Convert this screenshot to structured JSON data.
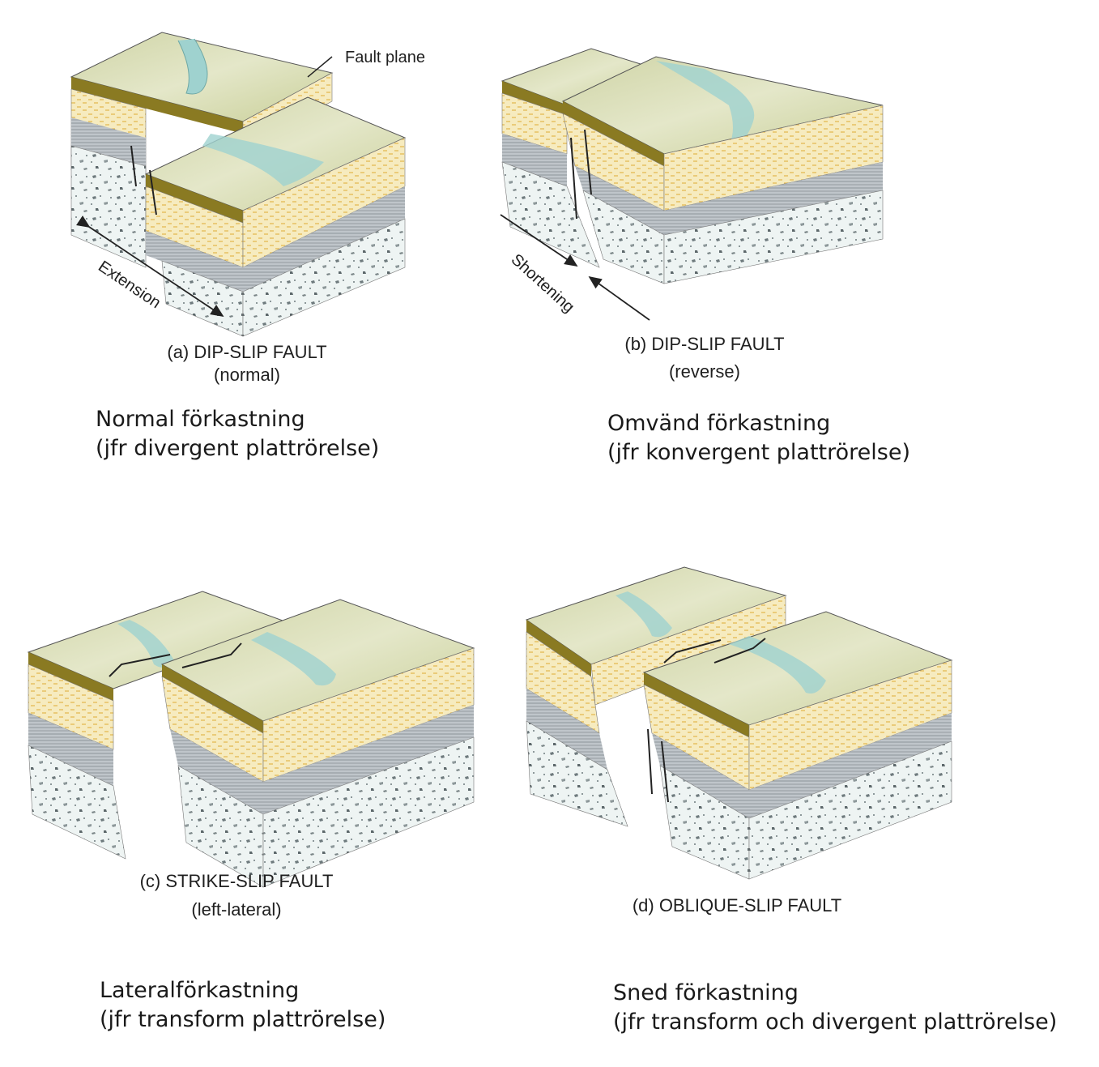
{
  "panels": [
    {
      "caption_line1": "(a) DIP-SLIP FAULT",
      "caption_line2": "(normal)",
      "callout": "Fault plane",
      "arrow_label": "Extension",
      "description_line1": "Normal förkastning",
      "description_line2": "(jfr divergent plattrörelse)"
    },
    {
      "caption_line1": "(b) DIP-SLIP FAULT",
      "caption_line2": "(reverse)",
      "arrow_label": "Shortening",
      "description_line1": "Omvänd förkastning",
      "description_line2": "(jfr konvergent plattrörelse)"
    },
    {
      "caption_line1": "(c) STRIKE-SLIP FAULT",
      "caption_line2": "(left-lateral)",
      "description_line1": "Lateralförkastning",
      "description_line2": "(jfr transform plattrörelse)"
    },
    {
      "caption_line1": "(d) OBLIQUE-SLIP FAULT",
      "description_line1": "Sned förkastning",
      "description_line2": "(jfr transform och divergent plattrörelse)"
    }
  ],
  "colors": {
    "surface": "#dfe3c0",
    "surface_edge": "#8a7a22",
    "sandstone": "#f6ebbf",
    "sand_dots": "#e2b64a",
    "shale": "#b9bfc4",
    "shale_lines": "#8e959b",
    "bedrock": "#eef4f3",
    "bedrock_specks": "#6e7a7d",
    "river": "#9fd2cf",
    "outline": "#333333"
  }
}
